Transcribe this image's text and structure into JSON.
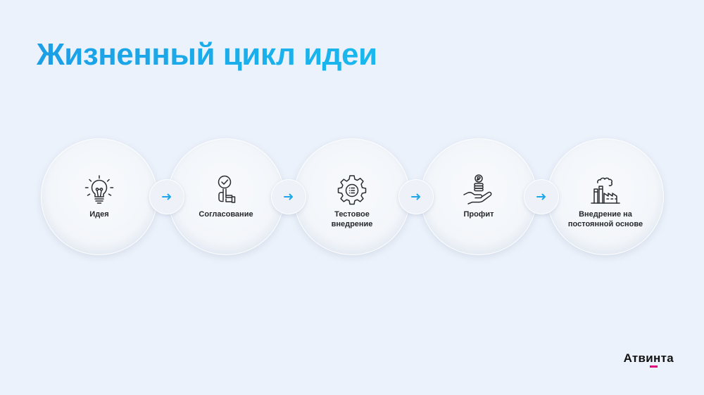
{
  "title": "Жизненный цикл идеи",
  "colors": {
    "title": "#1aa6e8",
    "arrow": "#1ea7e8",
    "logo_accent": "#e6007e"
  },
  "steps": [
    {
      "label": "Идея",
      "icon": "lightbulb-icon"
    },
    {
      "label": "Согласование",
      "icon": "approval-hand-icon"
    },
    {
      "label": "Тестовое внедрение",
      "icon": "gear-list-icon"
    },
    {
      "label": "Профит",
      "icon": "coins-hand-icon"
    },
    {
      "label": "Внедрение на постоянной основе",
      "icon": "factory-icon"
    }
  ],
  "connectors": [
    {
      "icon": "arrow-right-icon"
    },
    {
      "icon": "arrow-right-icon"
    },
    {
      "icon": "arrow-right-icon"
    },
    {
      "icon": "arrow-right-icon"
    }
  ],
  "logo": {
    "text": "Атвинта"
  }
}
